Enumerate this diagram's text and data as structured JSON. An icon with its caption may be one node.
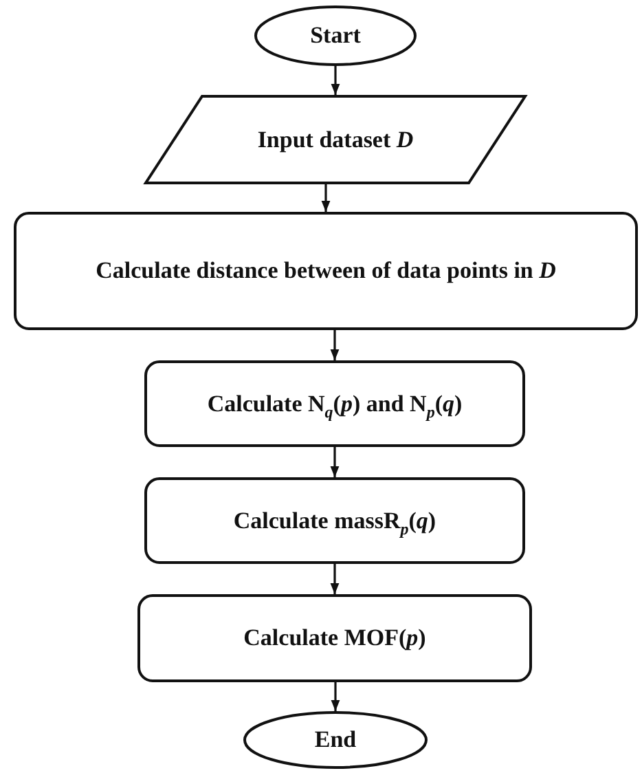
{
  "diagram": {
    "nodes": [
      {
        "text": [
          "Start"
        ]
      },
      {
        "text": [
          "Input dataset *D*"
        ]
      },
      {
        "text": [
          "Calculate distance between of data points in *D*"
        ]
      },
      {
        "text": [
          "Calculate N$_{q}$(*p*) and N$_{p}$(*q*)"
        ]
      },
      {
        "text": [
          "Calculate massR$_{p}$(*q*)"
        ]
      },
      {
        "text": [
          "Calculate MOF(*p*)"
        ]
      },
      {
        "text": [
          "End"
        ]
      }
    ],
    "edges": [
      {
        "from": 0,
        "to": 1,
        "arrow": "to"
      },
      {
        "from": 1,
        "to": 2,
        "arrow": "to"
      },
      {
        "from": 2,
        "to": 3,
        "arrow": "to"
      },
      {
        "from": 3,
        "to": 4,
        "arrow": "to"
      },
      {
        "from": 4,
        "to": 5,
        "arrow": "to"
      },
      {
        "from": 5,
        "to": 6,
        "arrow": "to"
      }
    ]
  }
}
